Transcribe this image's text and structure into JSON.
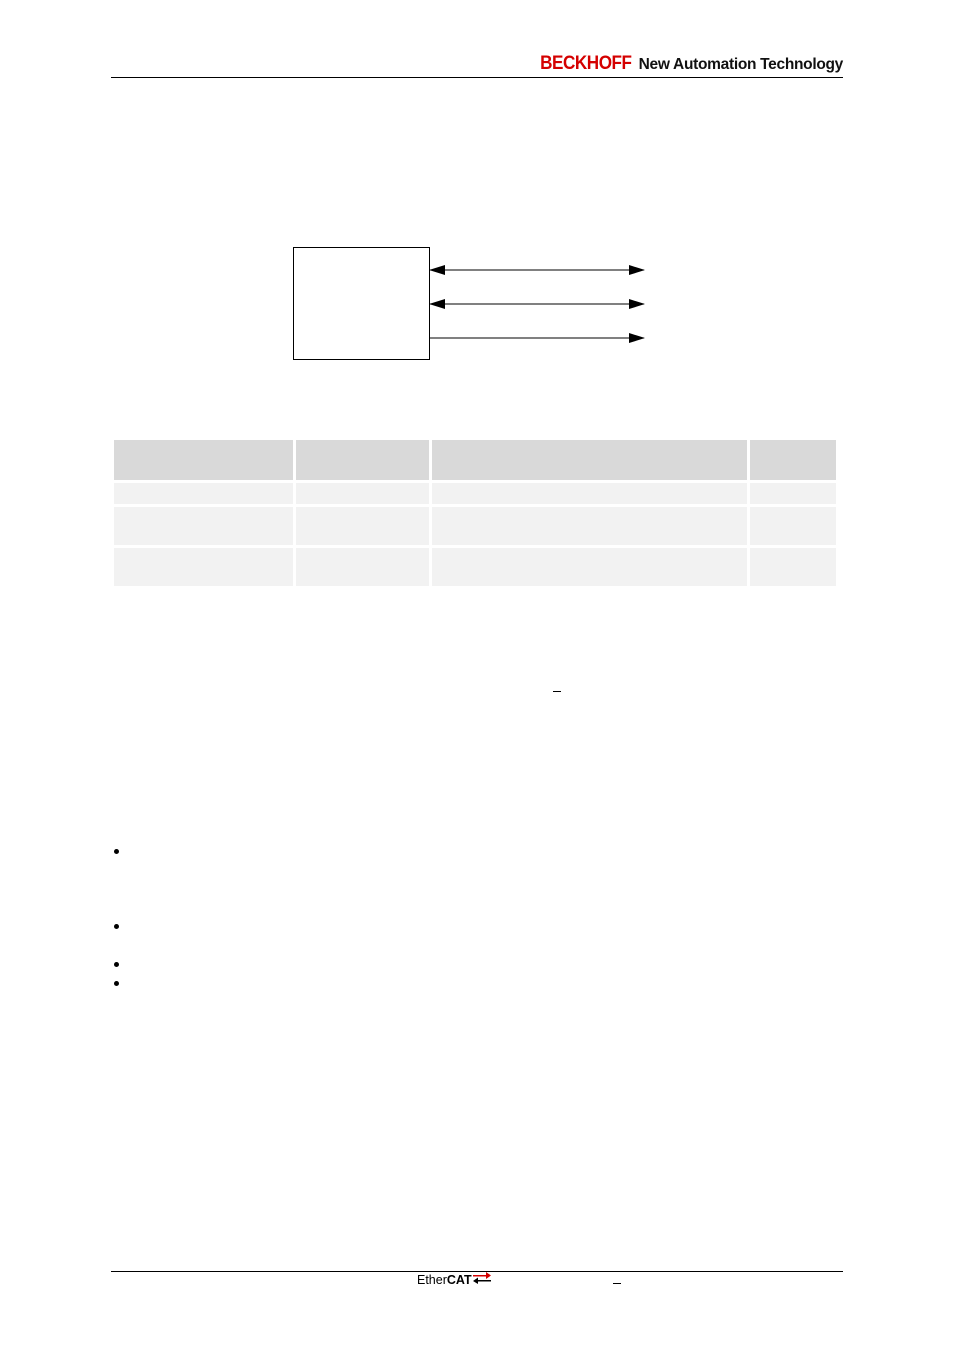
{
  "header": {
    "brand": "BECKHOFF",
    "tagline": "New Automation Technology",
    "brand_color": "#d40000"
  },
  "diagram": {
    "arrows": [
      "bidirectional",
      "bidirectional",
      "right"
    ]
  },
  "table": {
    "columns": 4,
    "rows": 4
  },
  "bullets": {
    "count": 4
  },
  "footer": {
    "logo_ether": "Ether",
    "logo_cat": "CAT",
    "logo_arrow_colors": [
      "#d40000",
      "#000000"
    ]
  }
}
